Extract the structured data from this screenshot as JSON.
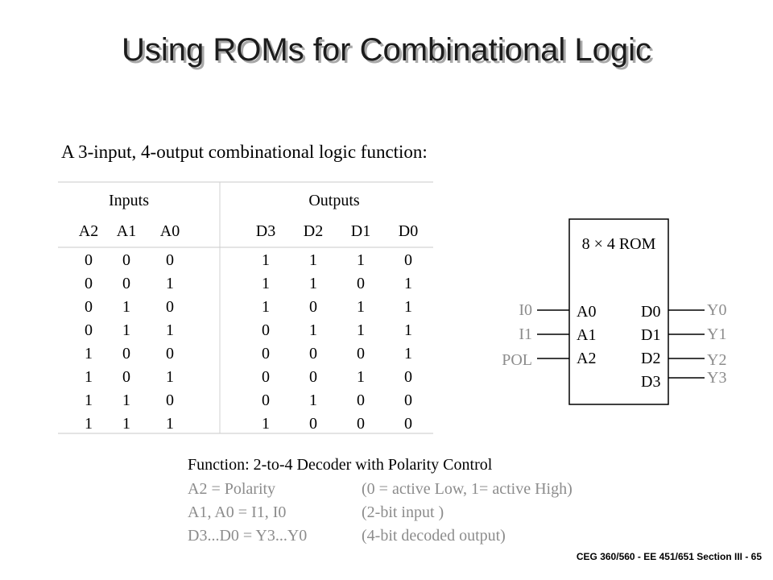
{
  "title": "Using ROMs for Combinational Logic",
  "subtitle": "A 3-input, 4-output combinational logic function:",
  "truth_table": {
    "group_inputs": "Inputs",
    "group_outputs": "Outputs",
    "columns": [
      "A2",
      "A1",
      "A0",
      "D3",
      "D2",
      "D1",
      "D0"
    ],
    "rows": [
      [
        "0",
        "0",
        "0",
        "1",
        "1",
        "1",
        "0"
      ],
      [
        "0",
        "0",
        "1",
        "1",
        "1",
        "0",
        "1"
      ],
      [
        "0",
        "1",
        "0",
        "1",
        "0",
        "1",
        "1"
      ],
      [
        "0",
        "1",
        "1",
        "0",
        "1",
        "1",
        "1"
      ],
      [
        "1",
        "0",
        "0",
        "0",
        "0",
        "0",
        "1"
      ],
      [
        "1",
        "0",
        "1",
        "0",
        "0",
        "1",
        "0"
      ],
      [
        "1",
        "1",
        "0",
        "0",
        "1",
        "0",
        "0"
      ],
      [
        "1",
        "1",
        "1",
        "1",
        "0",
        "0",
        "0"
      ]
    ]
  },
  "rom": {
    "label": "8 × 4 ROM",
    "addr_pins": [
      "A0",
      "A1",
      "A2"
    ],
    "data_pins": [
      "D0",
      "D1",
      "D2",
      "D3"
    ],
    "inputs": [
      "I0",
      "I1",
      "POL"
    ],
    "outputs": [
      "Y0",
      "Y1",
      "Y2",
      "Y3"
    ]
  },
  "function": {
    "heading": "Function: 2-to-4 Decoder with Polarity Control",
    "lines": [
      {
        "left": "A2   =  Polarity",
        "right": "(0 = active Low, 1= active  High)"
      },
      {
        "left": "A1, A0 = I1, I0",
        "right": "(2-bit input )"
      },
      {
        "left": "D3...D0 = Y3...Y0",
        "right": "(4-bit decoded output)"
      }
    ]
  },
  "footer": "CEG 360/560  - EE 451/651  Section III - 65"
}
